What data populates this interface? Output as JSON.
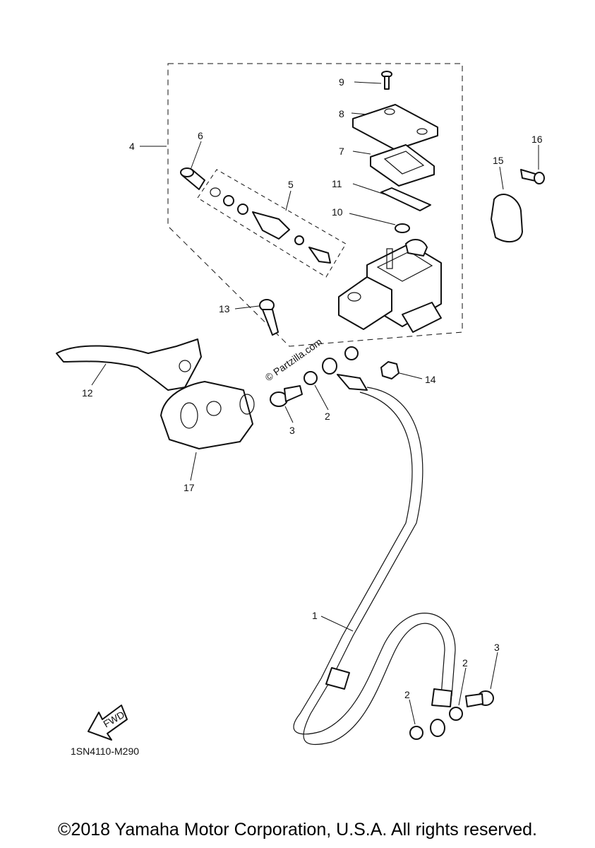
{
  "diagram": {
    "part_numbers": [
      "1",
      "2",
      "2",
      "2",
      "3",
      "3",
      "4",
      "5",
      "6",
      "7",
      "8",
      "9",
      "10",
      "11",
      "12",
      "13",
      "14",
      "15",
      "16",
      "17"
    ],
    "fwd_label": "FWD",
    "diagram_code": "1SN4110-M290",
    "watermark": "© Partzilla.com"
  },
  "footer": {
    "copyright": "©2018 Yamaha Motor Corporation, U.S.A. All rights reserved."
  }
}
